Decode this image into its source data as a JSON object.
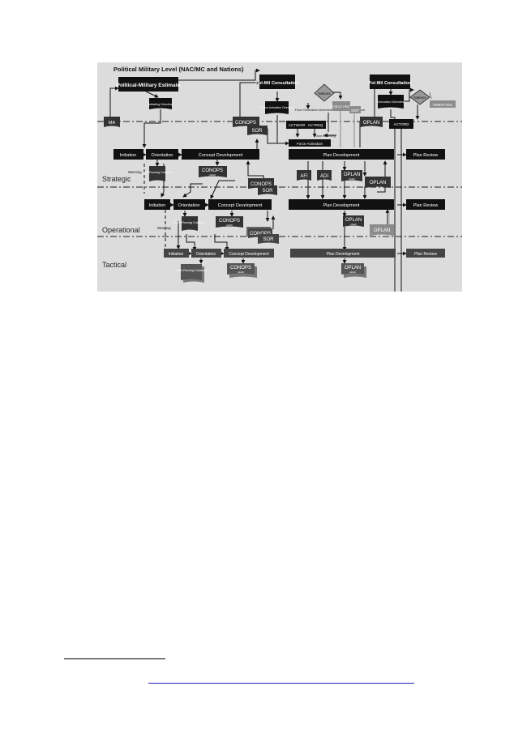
{
  "diagram": {
    "title": "Political Military Level (NAC/MC and Nations)",
    "levels": {
      "strategic": "Strategic",
      "operational": "Operational",
      "tactical": "Tactical"
    },
    "top": {
      "pme": "Political-Military Estimate",
      "initiating_directive": "Initiating Directive",
      "ma": "MA",
      "polmil_1": "Pol-Mil Consultation",
      "force_activation_directive": "Force Activation Directive",
      "nations_1": "Nations",
      "force_gen_conf": "Force Generation Movement/Sustainment Conference",
      "actwarn": "ACTWARN",
      "actreq": "ACTREQ",
      "force_balancing": "Force Balancing",
      "force_pref": "FORCE PREF",
      "dsp": "DSP",
      "force_activation": "Force Activation",
      "polmil_2": "Pol-Mil Consultation",
      "execution_directive": "Execution Directive",
      "nations_2": "Nations",
      "orbattoa": "ORBATTOA",
      "oplan": "OPLAN",
      "actord": "ACTORD",
      "conops": "CONOPS",
      "sor": "SOR"
    },
    "strategic": {
      "initiation": "Initiation",
      "orientation": "Orientation",
      "concept_development": "Concept Development",
      "plan_development": "Plan Development",
      "plan_review": "Plan Review",
      "warning": "Warning",
      "cdr_guidance": "Cdr's Planning Guidance",
      "conops_draft": "CONOPS",
      "draft": "(draft)",
      "conops": "CONOPS",
      "sor": "SOR",
      "afi": "AFI",
      "adi": "ADI",
      "oplan_draft": "OPLAN",
      "oplan": "OPLAN"
    },
    "operational": {
      "initiation": "Initiation",
      "orientation": "Orientation",
      "concept_development": "Concept Development",
      "plan_development": "Plan Development",
      "plan_review": "Plan Review",
      "warning": "Warning",
      "cdr_guidance": "Cdr's Planning Guidance",
      "conops_draft": "CONOPS",
      "draft": "(draft)",
      "conops": "CONOPS",
      "sor": "SOR",
      "oplan_draft": "OPLAN",
      "oplan": "OPLAN"
    },
    "tactical": {
      "initiation": "Initiation",
      "orientation": "Orientation",
      "concept_development": "Concept Development",
      "plan_development": "Plan Development",
      "plan_review": "Plan Review",
      "cdr_guidance": "Cdr's Planning Guidance",
      "conops_draft": "CONOPS",
      "draft": "(draft)",
      "oplan_draft": "OPLAN"
    }
  },
  "colors": {
    "box": "#1a1a1a",
    "box_text": "#ffffff",
    "grey_box": "#8c8c8c",
    "background": "#dcdcdc",
    "line": "#111111"
  }
}
